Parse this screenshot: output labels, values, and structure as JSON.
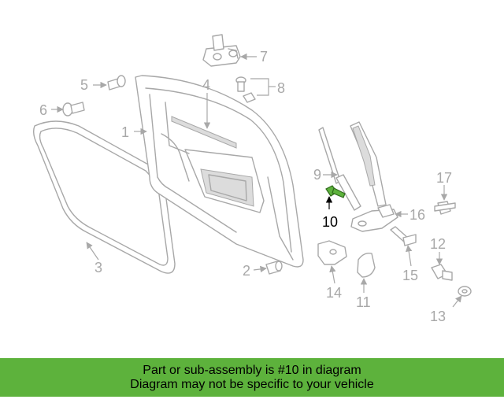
{
  "diagram": {
    "highlight_color": "#5db23c",
    "highlighted_part": "10",
    "part_labels": [
      "1",
      "2",
      "3",
      "4",
      "5",
      "6",
      "7",
      "8",
      "9",
      "10",
      "11",
      "12",
      "13",
      "14",
      "15",
      "16",
      "17"
    ]
  },
  "banner": {
    "line1": "Part or sub-assembly is #10 in diagram",
    "line2": "Diagram may not be specific to your vehicle",
    "background": "#5db23c"
  }
}
